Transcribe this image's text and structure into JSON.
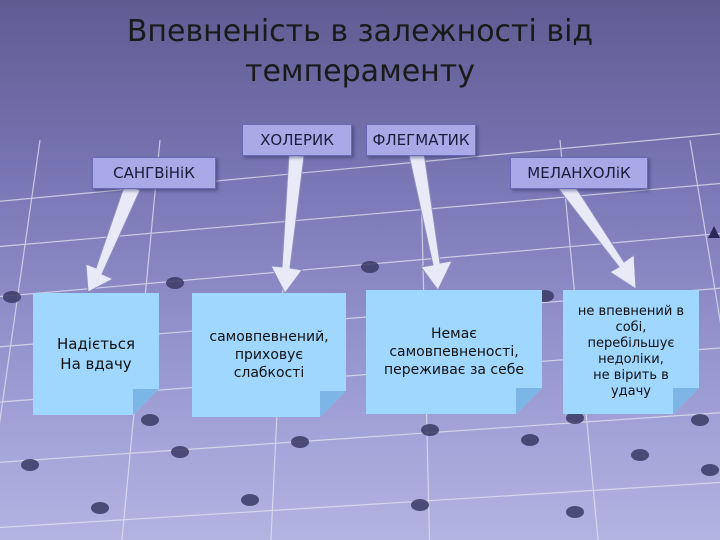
{
  "title": {
    "line1": "Впевненість в залежності від",
    "line2": "темпераменту"
  },
  "types": {
    "choleric": "ХОЛЕРИК",
    "phlegmatic": "ФЛЕГМАТИК",
    "sanguine": "САНГВіНіК",
    "melancholic": "МЕЛАНХОЛіК"
  },
  "notes": {
    "sanguine": "Надіється\nНа вдачу",
    "choleric": "самовпевнений,\nприховує\nслабкості",
    "phlegmatic": "Немає\nсамовпевненості,\nпереживає за себе",
    "melancholic": "не впевнений в\nсобі,\nперебільшує\nнедоліки,\nне вірить в\nудачу"
  },
  "colors": {
    "type_box": "#a8a9e6",
    "note_fill": "#9fd7ff",
    "arrow": "#e8eaf8"
  }
}
